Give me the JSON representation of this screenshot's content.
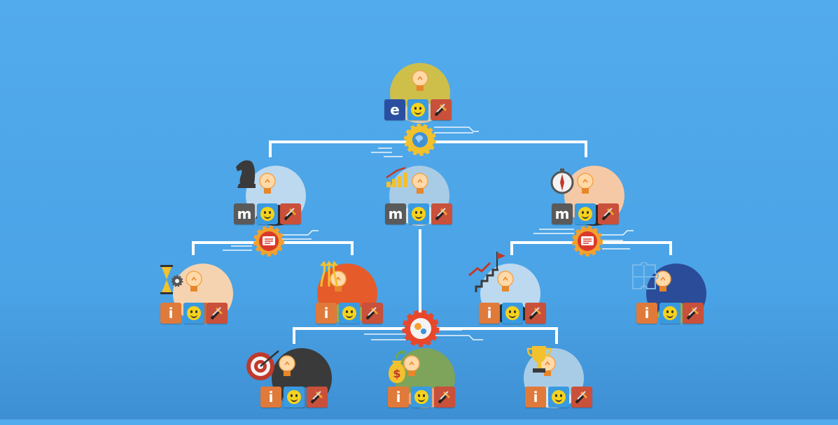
{
  "diagram": {
    "root": {
      "role_letter": "e"
    },
    "managers": [
      {
        "role_letter": "m",
        "side_icon": "chess-knight-icon"
      },
      {
        "role_letter": "m",
        "side_icon": "growth-bars-icon"
      },
      {
        "role_letter": "m",
        "side_icon": "compass-icon"
      }
    ],
    "individuals": [
      {
        "role_letter": "i",
        "side_icon": "hourglass-gears-icon"
      },
      {
        "role_letter": "i",
        "side_icon": "arrows-up-icon"
      },
      {
        "role_letter": "i",
        "side_icon": "stairs-flag-icon"
      },
      {
        "role_letter": "i",
        "side_icon": "puzzle-icon"
      },
      {
        "role_letter": "i",
        "side_icon": "target-icon"
      },
      {
        "role_letter": "i",
        "side_icon": "money-bag-icon"
      },
      {
        "role_letter": "i",
        "side_icon": "trophy-icon"
      }
    ],
    "connector_icons": [
      "globe-gear-icon",
      "document-gear-icon",
      "document-gear-icon",
      "cogs-gear-icon"
    ]
  },
  "colors": {
    "background": "#52abec",
    "line": "#ffffff",
    "tile_face": "#3a9ae0",
    "tile_tool": "#c9503a",
    "tile_e": "#2b4fa0",
    "tile_m": "#5a5a5a",
    "tile_i": "#e07a3a"
  }
}
